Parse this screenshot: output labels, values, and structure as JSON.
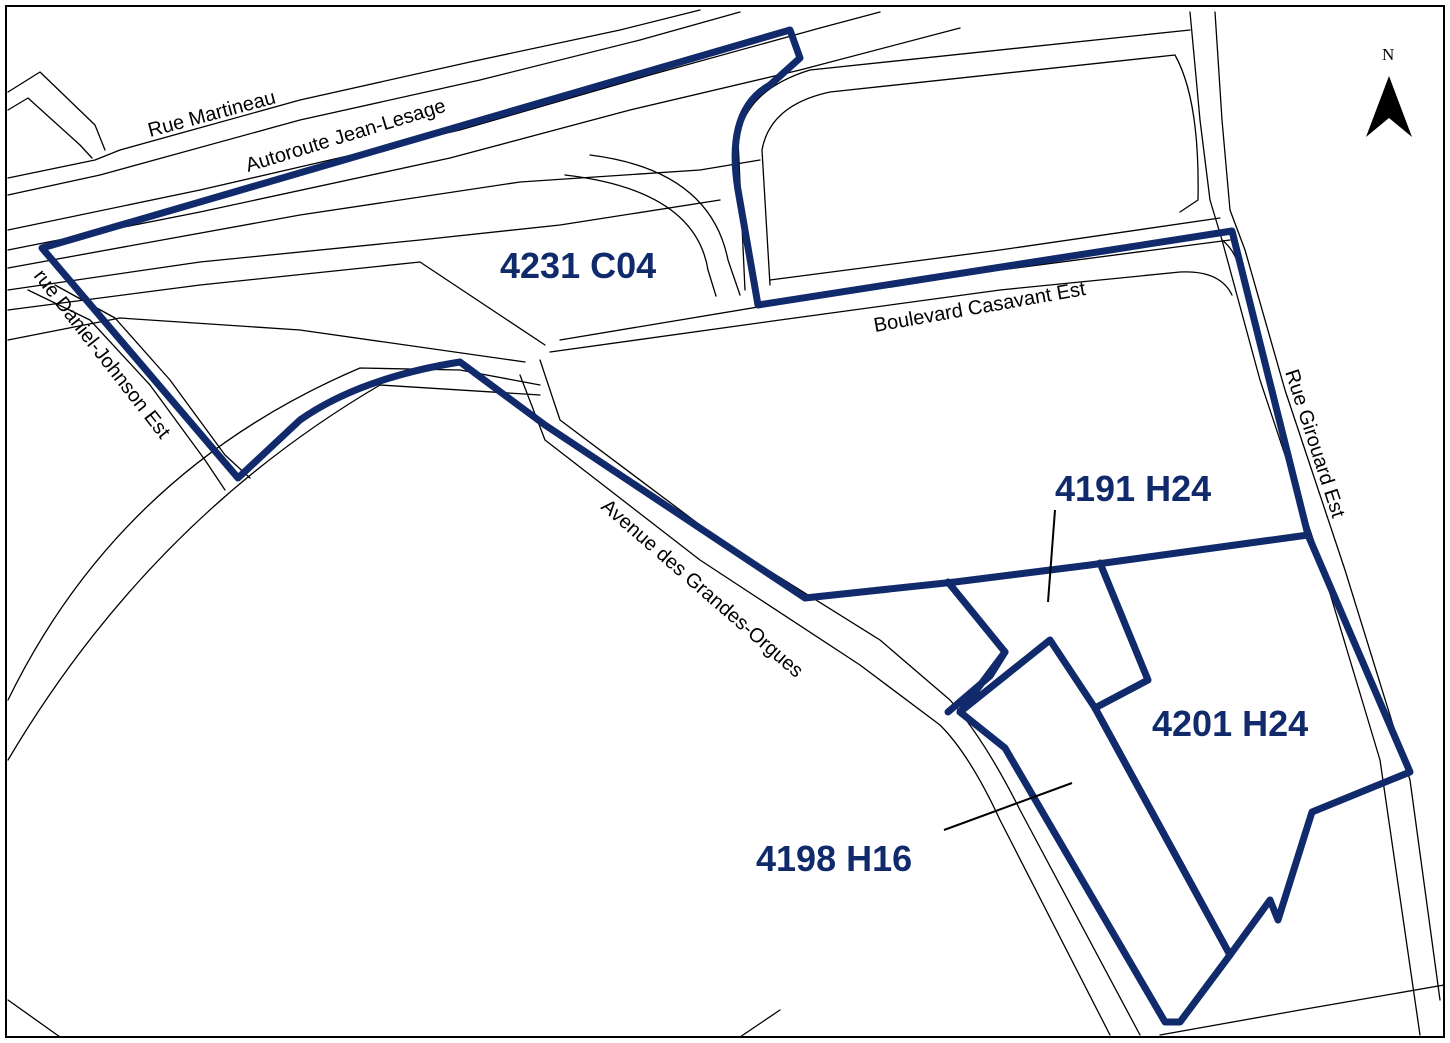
{
  "colors": {
    "zone_outline": "#102a6b",
    "zone_label": "#102a6b",
    "road_line": "#000000",
    "background": "#ffffff"
  },
  "north_arrow": {
    "label": "N",
    "icon": "north-arrow-icon"
  },
  "streets": {
    "rue_martineau": "Rue Martineau",
    "autoroute": "Autoroute Jean-Lesage",
    "daniel_johnson": "rue  Daniel-Johnson Est",
    "casavant": "Boulevard Casavant Est",
    "girouard": "Rue Girouard Est",
    "grandes_orgues": "Avenue des Grandes-Orgues"
  },
  "zones": {
    "z4231": "4231 C04",
    "z4191": "4191 H24",
    "z4201": "4201 H24",
    "z4198": "4198 H16"
  }
}
